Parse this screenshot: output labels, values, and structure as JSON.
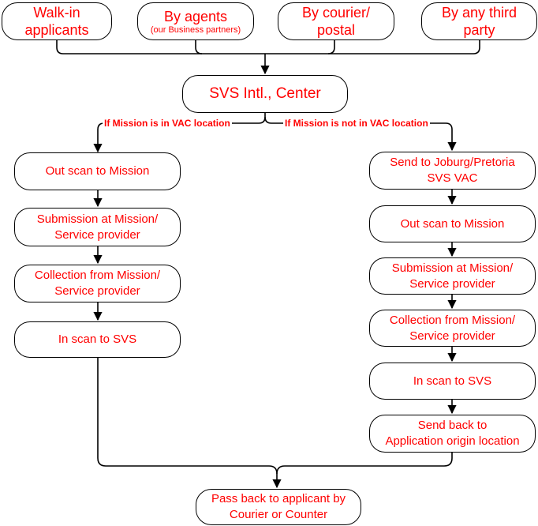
{
  "sources": {
    "walkin": [
      "Walk-in",
      "applicants"
    ],
    "agents": {
      "title": "By agents",
      "sub": "(our Business partners)"
    },
    "courier": [
      "By courier/",
      "postal"
    ],
    "third": [
      "By any third",
      "party"
    ]
  },
  "center": "SVS Intl., Center",
  "branch_labels": {
    "left": "If Mission is in VAC location",
    "right": "If Mission is not in VAC location"
  },
  "left_steps": [
    [
      "Out scan to Mission"
    ],
    [
      "Submission at Mission/",
      "Service provider"
    ],
    [
      "Collection from Mission/",
      "Service provider"
    ],
    [
      "In scan to SVS"
    ]
  ],
  "right_steps": [
    [
      "Send to Joburg/Pretoria",
      "SVS VAC"
    ],
    [
      "Out scan to Mission"
    ],
    [
      "Submission at Mission/",
      "Service provider"
    ],
    [
      "Collection from Mission/",
      "Service provider"
    ],
    [
      "In scan to SVS"
    ],
    [
      "Send back to",
      "Application origin location"
    ]
  ],
  "final": [
    "Pass back to applicant by",
    "Courier or Counter"
  ]
}
